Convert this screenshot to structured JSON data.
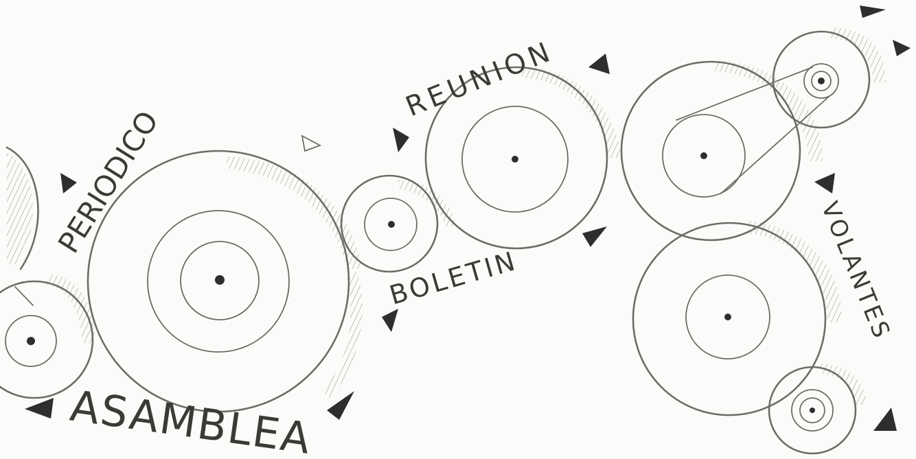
{
  "labels": {
    "periodico": "PERIODICO",
    "reunion": "REUNION",
    "boletin": "BOLETIN",
    "volantes": "VOLANTES",
    "asamblea": "ASAMBLEA"
  },
  "colors": {
    "paper": "#fbfbf9",
    "pencil": "#6c6c68",
    "graphite": "#2e2e2c"
  }
}
